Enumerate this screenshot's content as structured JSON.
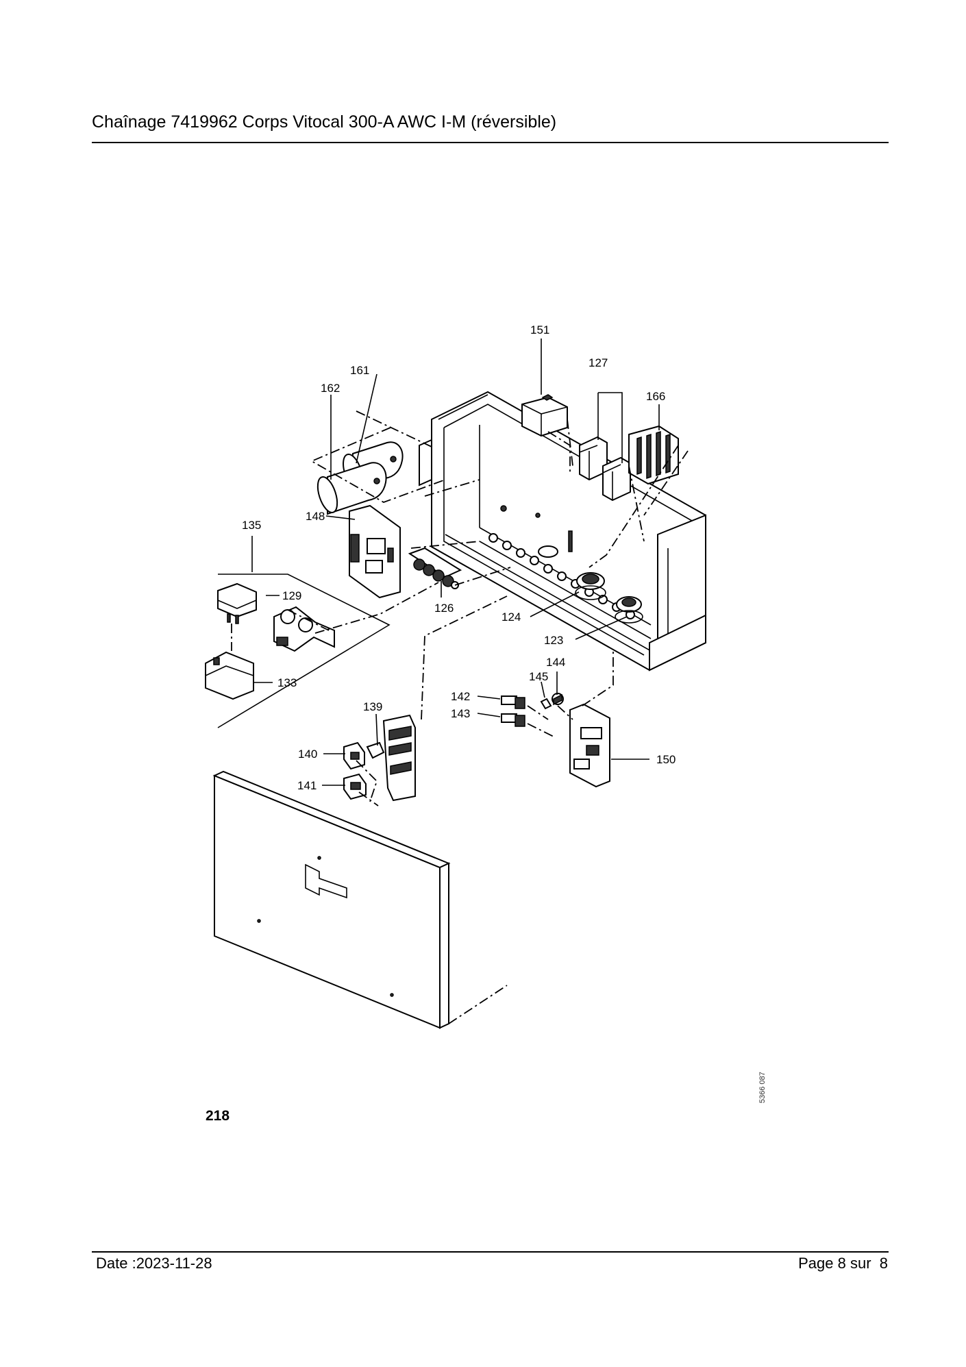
{
  "header": {
    "title": "Chaînage 7419962 Corps Vitocal 300-A AWC I-M (réversible)"
  },
  "diagram": {
    "sheet_number": "218",
    "drawing_ref": "5366 087",
    "callouts": {
      "151": "151",
      "127": "127",
      "161": "161",
      "162": "162",
      "166": "166",
      "148": "148",
      "135": "135",
      "129": "129",
      "126": "126",
      "124": "124",
      "123": "123",
      "133": "133",
      "139": "139",
      "144": "144",
      "145": "145",
      "142": "142",
      "143": "143",
      "140": "140",
      "141": "141",
      "150": "150"
    }
  },
  "footer": {
    "date": "Date :2023-11-28",
    "page": "Page 8 sur  8"
  }
}
